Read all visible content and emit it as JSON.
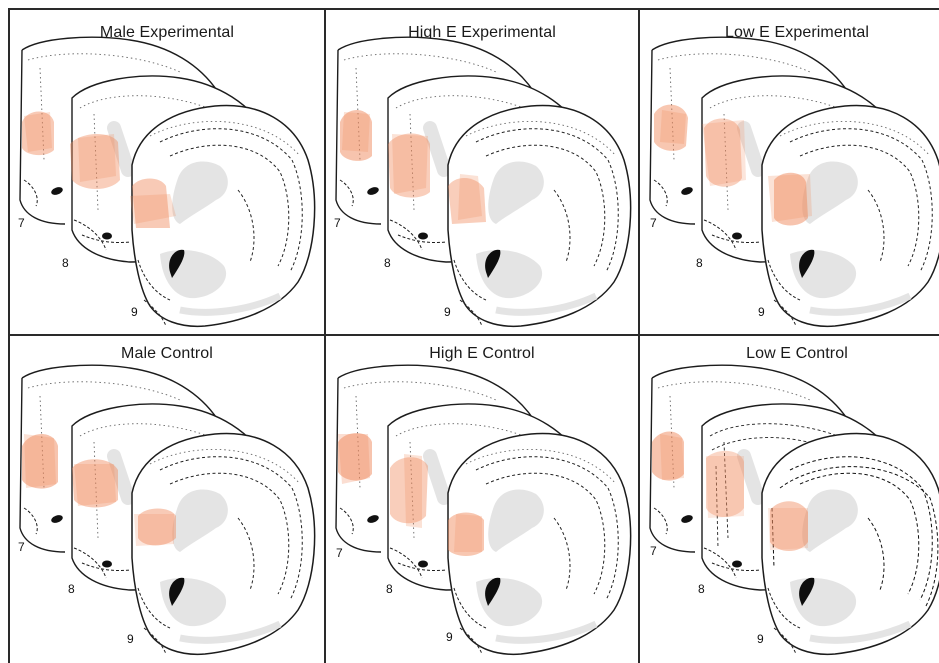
{
  "figure": {
    "panels": [
      {
        "title": "Male Experimental",
        "section_numbers": [
          "7",
          "8",
          "9"
        ]
      },
      {
        "title": "High E Experimental",
        "section_numbers": [
          "7",
          "8",
          "9"
        ]
      },
      {
        "title": "Low E Experimental",
        "section_numbers": [
          "7",
          "8",
          "9"
        ]
      },
      {
        "title": "Male Control",
        "section_numbers": [
          "7",
          "8",
          "9"
        ]
      },
      {
        "title": "High E Control",
        "section_numbers": [
          "7",
          "8",
          "9"
        ]
      },
      {
        "title": "Low E Control",
        "section_numbers": [
          "7",
          "8",
          "9"
        ]
      }
    ],
    "colors": {
      "lesion": "#f08a5d",
      "outline": "#1c1c1c",
      "ventricle_fill": "#e4e4e4",
      "frame": "#2a2a2a"
    }
  }
}
